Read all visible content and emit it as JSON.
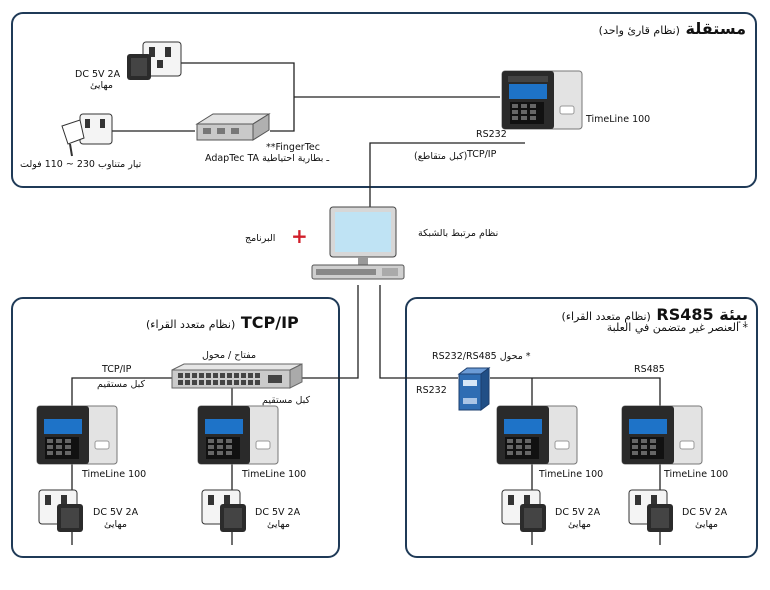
{
  "standalone": {
    "title": "مستقلة",
    "subtitle": "(نظام قارئ واحد)"
  },
  "tcpip_section": {
    "title": "TCP/IP",
    "subtitle": "(نظام متعدد القراء)"
  },
  "rs485_section": {
    "title": "بيئة RS485",
    "subtitle": "(نظام متعدد القراء)",
    "note": "* العنصر غير متضمن في العلبة"
  },
  "labels": {
    "adapter_top": "DC 5V 2A",
    "adapter_top_ar": "مهايئ",
    "ac_power": "تيار متناوب 230 ~ 110 فولت",
    "adaptec_line1": "**FingerTec",
    "adaptec_line2": "AdapTec TA ـ بطارية احتياطية",
    "device_name": "TimeLine 100",
    "rs232": "RS232",
    "tcpip": "TCP/IP",
    "crossover_cable": "(كبل متقاطع)",
    "network_pc": "نظام مرتبط بالشبكة",
    "software": "البرنامج",
    "switch_hub": "مفتاح / محول",
    "straight_cable": "كبل مستقيم",
    "converter": "* محول RS232/RS485",
    "rs485": "RS485",
    "adapter": "DC 5V 2A",
    "adapter_ar": "مهايئ"
  },
  "colors": {
    "frame": "#1f3a57",
    "device_gray": "#d8d8d8",
    "keypad": "#2a2a2a",
    "screen": "#1e73c8",
    "plus": "#d11f2a",
    "converter": "#2f6db3"
  }
}
